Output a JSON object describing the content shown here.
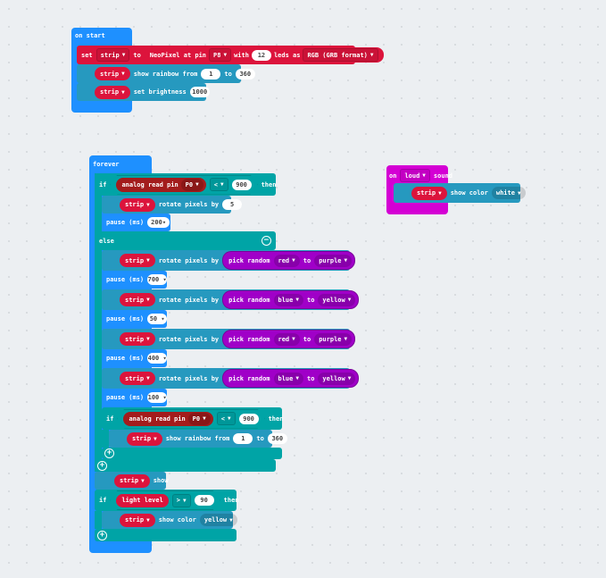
{
  "on_start": {
    "title": "on start",
    "set": "set",
    "var": "strip",
    "to": "to",
    "neopixel": "NeoPixel at pin",
    "pin": "P8",
    "with": "with",
    "leds": "12",
    "leds_as": "leds as",
    "format": "RGB (GRB format)",
    "rainbow": {
      "var": "strip",
      "label": "show rainbow from",
      "from": "1",
      "to_label": "to",
      "to": "360"
    },
    "brightness": {
      "var": "strip",
      "label": "set brightness",
      "value": "1000"
    }
  },
  "forever": {
    "title": "forever",
    "if1": {
      "if": "if",
      "sensor": "analog read pin",
      "pin": "P0",
      "op": "<",
      "value": "900",
      "then": "then"
    },
    "rotate1": {
      "var": "strip",
      "label": "rotate pixels by",
      "value": "5"
    },
    "pause_label": "pause (ms)",
    "pause1": "200",
    "else": "else",
    "rand_rows": [
      {
        "var": "strip",
        "label": "rotate pixels by",
        "pick": "pick random",
        "from": "red",
        "to": "to",
        "to_val": "purple",
        "pause": "700"
      },
      {
        "var": "strip",
        "label": "rotate pixels by",
        "pick": "pick random",
        "from": "blue",
        "to": "to",
        "to_val": "yellow",
        "pause": "50"
      },
      {
        "var": "strip",
        "label": "rotate pixels by",
        "pick": "pick random",
        "from": "red",
        "to": "to",
        "to_val": "purple",
        "pause": "400"
      },
      {
        "var": "strip",
        "label": "rotate pixels by",
        "pick": "pick random",
        "from": "blue",
        "to": "to",
        "to_val": "yellow",
        "pause": "100"
      }
    ],
    "if2": {
      "if": "if",
      "sensor": "analog read pin",
      "pin": "P0",
      "op": "<",
      "value": "900",
      "then": "then"
    },
    "rainbow": {
      "var": "strip",
      "label": "show rainbow from",
      "from": "1",
      "to_label": "to",
      "to": "360"
    },
    "show": {
      "var": "strip",
      "label": "show"
    },
    "if3": {
      "if": "if",
      "sensor": "light level",
      "op": ">",
      "value": "90",
      "then": "then"
    },
    "color": {
      "var": "strip",
      "label": "show color",
      "value": "yellow"
    }
  },
  "on_sound": {
    "on": "on",
    "event": "loud",
    "sound": "sound",
    "var": "strip",
    "label": "show color",
    "value": "white"
  },
  "colors": {
    "event": "#1e90ff",
    "logic": "#00a4a6",
    "neopixel": "#2699bf",
    "variable": "#dc143c",
    "random": "#a000c8",
    "input": "#d400d4"
  }
}
